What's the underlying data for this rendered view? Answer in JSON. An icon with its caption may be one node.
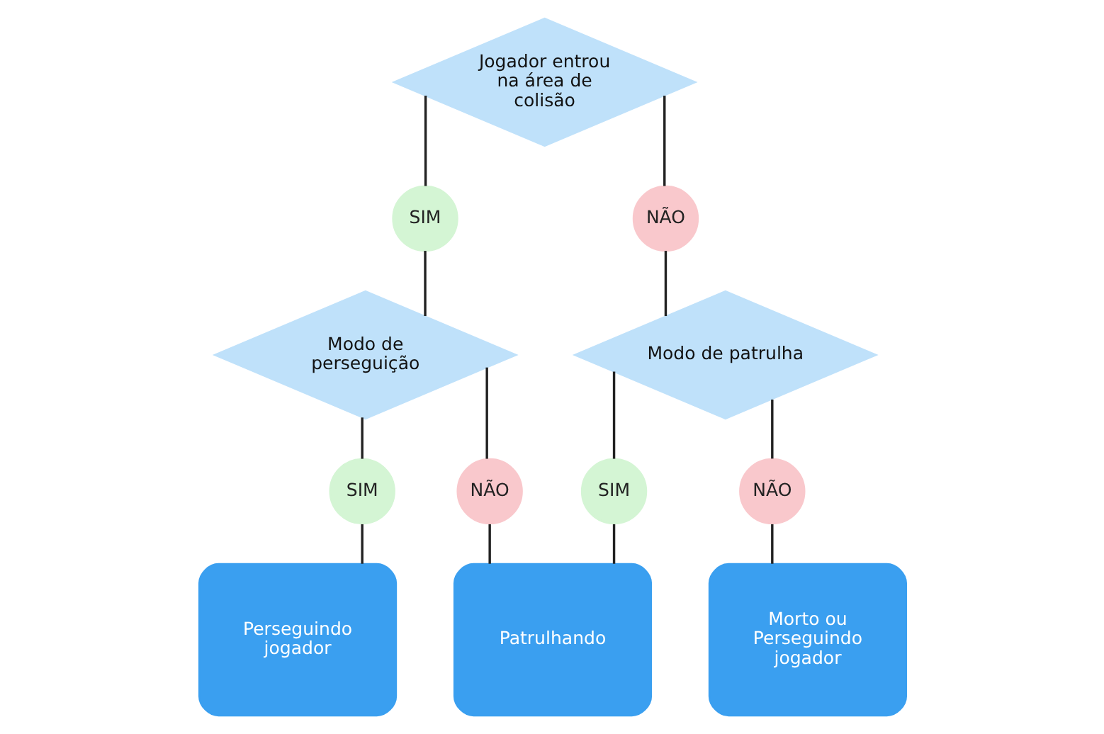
{
  "diagram": {
    "nodes": [
      {
        "text": [
          "Jogador entrou na área de colisão"
        ]
      },
      {
        "text": [
          "SIM"
        ]
      },
      {
        "text": [
          "NÃO"
        ]
      },
      {
        "text": [
          "Modo de perseguição"
        ]
      },
      {
        "text": [
          "Modo de patrulha"
        ]
      },
      {
        "text": [
          "SIM"
        ]
      },
      {
        "text": [
          "NÃO"
        ]
      },
      {
        "text": [
          "SIM"
        ]
      },
      {
        "text": [
          "NÃO"
        ]
      },
      {
        "text": [
          "Perseguindo jogador"
        ]
      },
      {
        "text": [
          "Patrulhando"
        ]
      },
      {
        "text": [
          "Morto ou Perseguindo jogador"
        ]
      }
    ],
    "edges": [
      {
        "from": 0,
        "to": 1,
        "arrow": "none"
      },
      {
        "from": 1,
        "to": 3,
        "arrow": "none"
      },
      {
        "from": 0,
        "to": 2,
        "arrow": "none"
      },
      {
        "from": 2,
        "to": 4,
        "arrow": "none"
      },
      {
        "from": 3,
        "to": 5,
        "arrow": "none"
      },
      {
        "from": 5,
        "to": 9,
        "arrow": "none"
      },
      {
        "from": 3,
        "to": 6,
        "arrow": "none"
      },
      {
        "from": 6,
        "to": 10,
        "arrow": "none"
      },
      {
        "from": 4,
        "to": 7,
        "arrow": "none"
      },
      {
        "from": 7,
        "to": 10,
        "arrow": "none"
      },
      {
        "from": 4,
        "to": 8,
        "arrow": "none"
      },
      {
        "from": 8,
        "to": 11,
        "arrow": "none"
      }
    ]
  }
}
